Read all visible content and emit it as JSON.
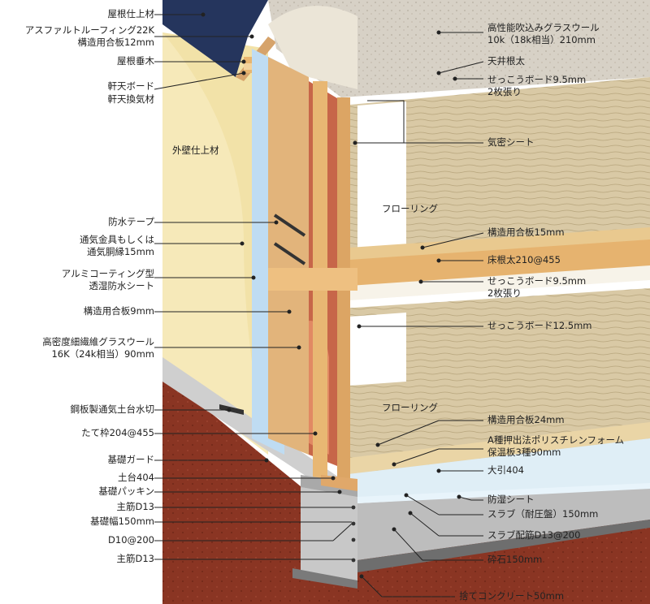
{
  "labels_left": [
    {
      "id": "roof-finish",
      "text": "屋根仕上材"
    },
    {
      "id": "asphalt-roofing",
      "text": "アスファルトルーフィング22K"
    },
    {
      "id": "structural-plywood-12",
      "text": "構造用合板12mm"
    },
    {
      "id": "rafter",
      "text": "屋根垂木"
    },
    {
      "id": "soffit-board",
      "text": "軒天ボード"
    },
    {
      "id": "soffit-vent",
      "text": "軒天換気材"
    },
    {
      "id": "waterproof-tape",
      "text": "防水テープ"
    },
    {
      "id": "vent-fitting-1",
      "text": "通気金具もしくは"
    },
    {
      "id": "vent-fitting-2",
      "text": "通気胴縁15mm"
    },
    {
      "id": "aluminum-sheet-1",
      "text": "アルミコーティング型"
    },
    {
      "id": "aluminum-sheet-2",
      "text": "透湿防水シート"
    },
    {
      "id": "structural-plywood-9",
      "text": "構造用合板9mm"
    },
    {
      "id": "hd-glasswool-1",
      "text": "高密度細繊維グラスウール"
    },
    {
      "id": "hd-glasswool-2",
      "text": "16K（24k相当）90mm"
    },
    {
      "id": "steel-drip",
      "text": "鋼板製通気土台水切"
    },
    {
      "id": "stud",
      "text": "たて枠204@455"
    },
    {
      "id": "foundation-guard",
      "text": "基礎ガード"
    },
    {
      "id": "sill",
      "text": "土台404"
    },
    {
      "id": "foundation-packing",
      "text": "基礎パッキン"
    },
    {
      "id": "main-rebar-top",
      "text": "主筋D13"
    },
    {
      "id": "foundation-width",
      "text": "基礎幅150mm"
    },
    {
      "id": "d10",
      "text": "D10@200"
    },
    {
      "id": "main-rebar-bottom",
      "text": "主筋D13"
    }
  ],
  "labels_right": [
    {
      "id": "blown-glasswool-1",
      "text": "高性能吹込みグラスウール"
    },
    {
      "id": "blown-glasswool-2",
      "text": "10k（18k相当）210mm"
    },
    {
      "id": "ceiling-joist",
      "text": "天井根太"
    },
    {
      "id": "gypsum-ceiling-1",
      "text": "せっこうボード9.5mm"
    },
    {
      "id": "gypsum-ceiling-2",
      "text": "2枚張り"
    },
    {
      "id": "airtight-sheet",
      "text": "気密シート"
    },
    {
      "id": "structural-plywood-15",
      "text": "構造用合板15mm"
    },
    {
      "id": "floor-joist",
      "text": "床根太210@455"
    },
    {
      "id": "gypsum-floor-1",
      "text": "せっこうボード9.5mm"
    },
    {
      "id": "gypsum-floor-2",
      "text": "2枚張り"
    },
    {
      "id": "gypsum-wall",
      "text": "せっこうボード12.5mm"
    },
    {
      "id": "structural-plywood-24",
      "text": "構造用合板24mm"
    },
    {
      "id": "xps-1",
      "text": "A種押出法ポリスチレンフォーム"
    },
    {
      "id": "xps-2",
      "text": "保温板3種90mm"
    },
    {
      "id": "beam",
      "text": "大引404"
    },
    {
      "id": "moisture-sheet",
      "text": "防湿シート"
    },
    {
      "id": "slab",
      "text": "スラブ（耐圧盤）150mm"
    },
    {
      "id": "slab-rebar",
      "text": "スラブ配筋D13@200"
    },
    {
      "id": "gravel",
      "text": "砕石150mm"
    },
    {
      "id": "lean-concrete",
      "text": "捨てコンクリート50mm"
    }
  ],
  "labels_inside": {
    "exterior_finish": "外壁仕上材",
    "flooring_upper": "フローリング",
    "flooring_lower": "フローリング"
  }
}
